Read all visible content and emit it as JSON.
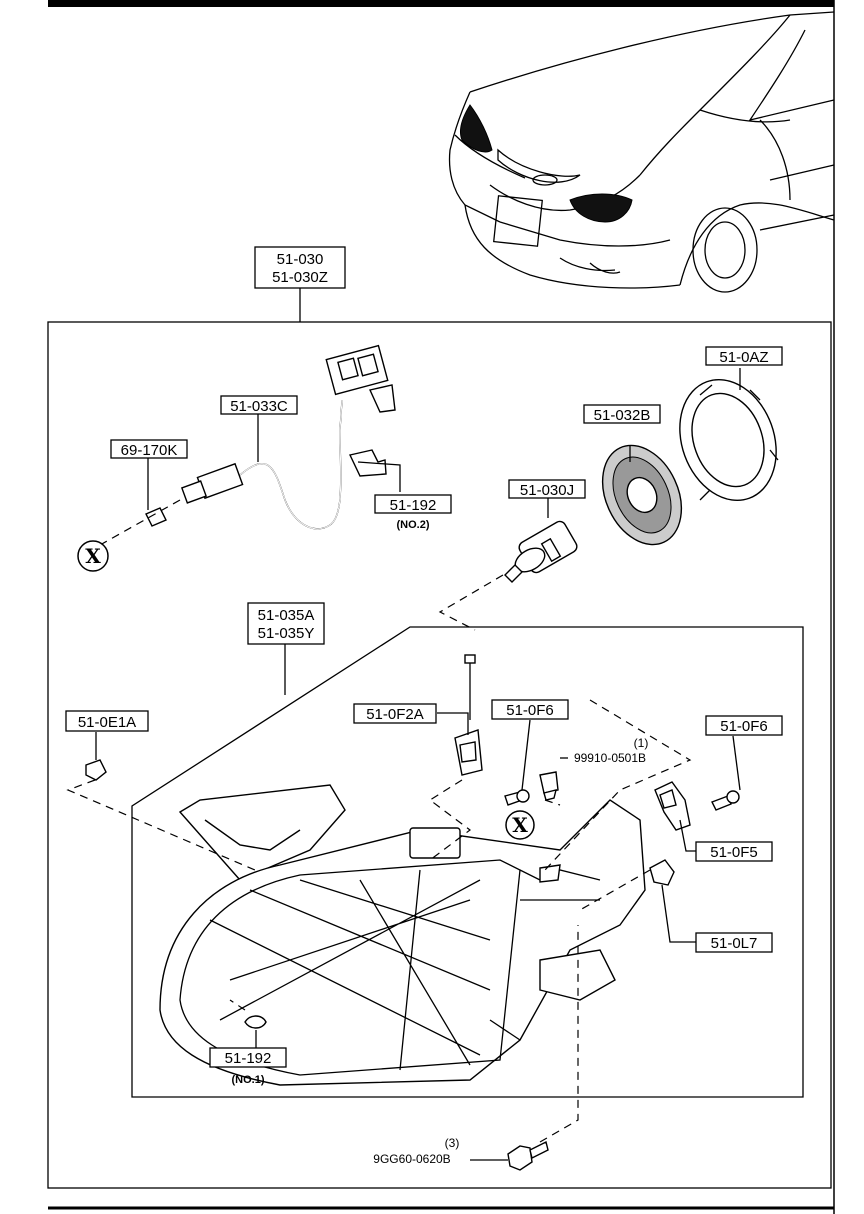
{
  "callouts": {
    "headlamp_assy_1": "51-030",
    "headlamp_assy_2": "51-030Z",
    "harness": "51-033C",
    "side_bulb": "69-170K",
    "clip_no2": "51-192",
    "clip_no2_note": "(NO.2)",
    "bulb": "51-030J",
    "bulb_cover": "51-032B",
    "socket_ring": "51-0AZ",
    "lens_1": "51-035A",
    "lens_2": "51-035Y",
    "clip_left": "51-0E1A",
    "adjuster": "51-0F2A",
    "screw_top": "51-0F6",
    "screw_right": "51-0F6",
    "nut_note": "(1)",
    "nut": "99910-0501B",
    "bracket_right": "51-0F5",
    "bracket_low": "51-0L7",
    "clip_no1": "51-192",
    "clip_no1_note": "(NO.1)",
    "bolt_note": "(3)",
    "bolt": "9GG60-0620B"
  },
  "markers": {
    "x_symbol": "X"
  }
}
